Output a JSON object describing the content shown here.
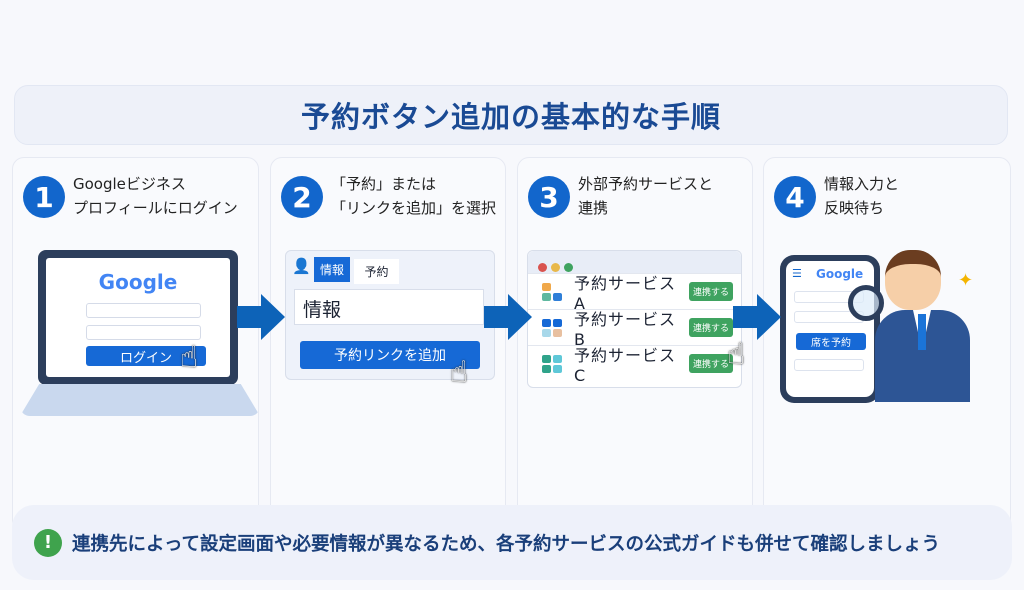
{
  "title": "予約ボタン追加の基本的な手順",
  "steps": [
    {
      "number": "1",
      "text": "Googleビジネス\nプロフィールにログイン"
    },
    {
      "number": "2",
      "text": "「予約」または\n「リンクを追加」を選択"
    },
    {
      "number": "3",
      "text": "外部予約サービスと\n連携"
    },
    {
      "number": "4",
      "text": "情報入力と\n反映待ち"
    }
  ],
  "step1": {
    "logo": "Google",
    "login_button": "ログイン"
  },
  "step2": {
    "tab_info": "情報",
    "tab_reserve": "予約",
    "field_value": "情報",
    "add_button": "予約リンクを追加"
  },
  "step3": {
    "services": [
      {
        "name": "予約サービス A",
        "button": "連携する"
      },
      {
        "name": "予約サービス B",
        "button": "連携する"
      },
      {
        "name": "予約サービス C",
        "button": "連携する"
      }
    ]
  },
  "step4": {
    "logo": "Google",
    "reserve_button": "席を予約"
  },
  "footer": {
    "icon": "!",
    "text": "連携先によって設定画面や必要情報が異なるため、各予約サービスの公式ガイドも併せて確認しましょう"
  },
  "colors": {
    "accent": "#1266cc",
    "title": "#1a4a94",
    "green": "#3fa360"
  }
}
